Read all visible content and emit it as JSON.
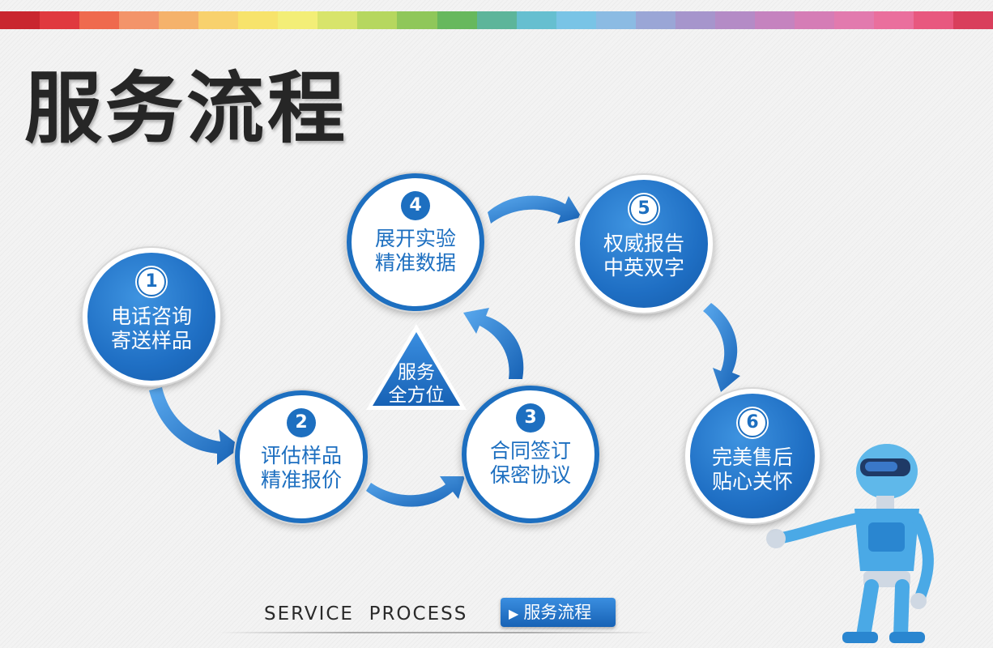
{
  "title": "服务流程",
  "center_label": {
    "line1": "服务",
    "line2": "全方位"
  },
  "steps": [
    {
      "number": "1",
      "line1": "电话咨询",
      "line2": "寄送样品"
    },
    {
      "number": "2",
      "line1": "评估样品",
      "line2": "精准报价"
    },
    {
      "number": "3",
      "line1": "合同签订",
      "line2": "保密协议"
    },
    {
      "number": "4",
      "line1": "展开实验",
      "line2": "精准数据"
    },
    {
      "number": "5",
      "line1": "权威报告",
      "line2": "中英双字"
    },
    {
      "number": "6",
      "line1": "完美售后",
      "line2": "贴心关怀"
    }
  ],
  "footer": {
    "english": "SERVICE  PROCESS",
    "button_label": "服务流程",
    "button_icon": "play-icon"
  },
  "colors": {
    "primary": "#1d6fc0",
    "title": "#262626"
  },
  "stripe_colors": [
    "#c9262f",
    "#e0393f",
    "#ef6a4e",
    "#f3946a",
    "#f5b26b",
    "#f8d16d",
    "#f7e36b",
    "#f3ee77",
    "#d8e46b",
    "#b6d75f",
    "#8fc75a",
    "#67b85d",
    "#5db59a",
    "#66bfd0",
    "#79c4e6",
    "#8bbbe3",
    "#9aa6d6",
    "#a695cc",
    "#b48bc6",
    "#c583bf",
    "#d57db6",
    "#e27aae",
    "#ea6f9d",
    "#e8587f",
    "#d93f5c"
  ]
}
